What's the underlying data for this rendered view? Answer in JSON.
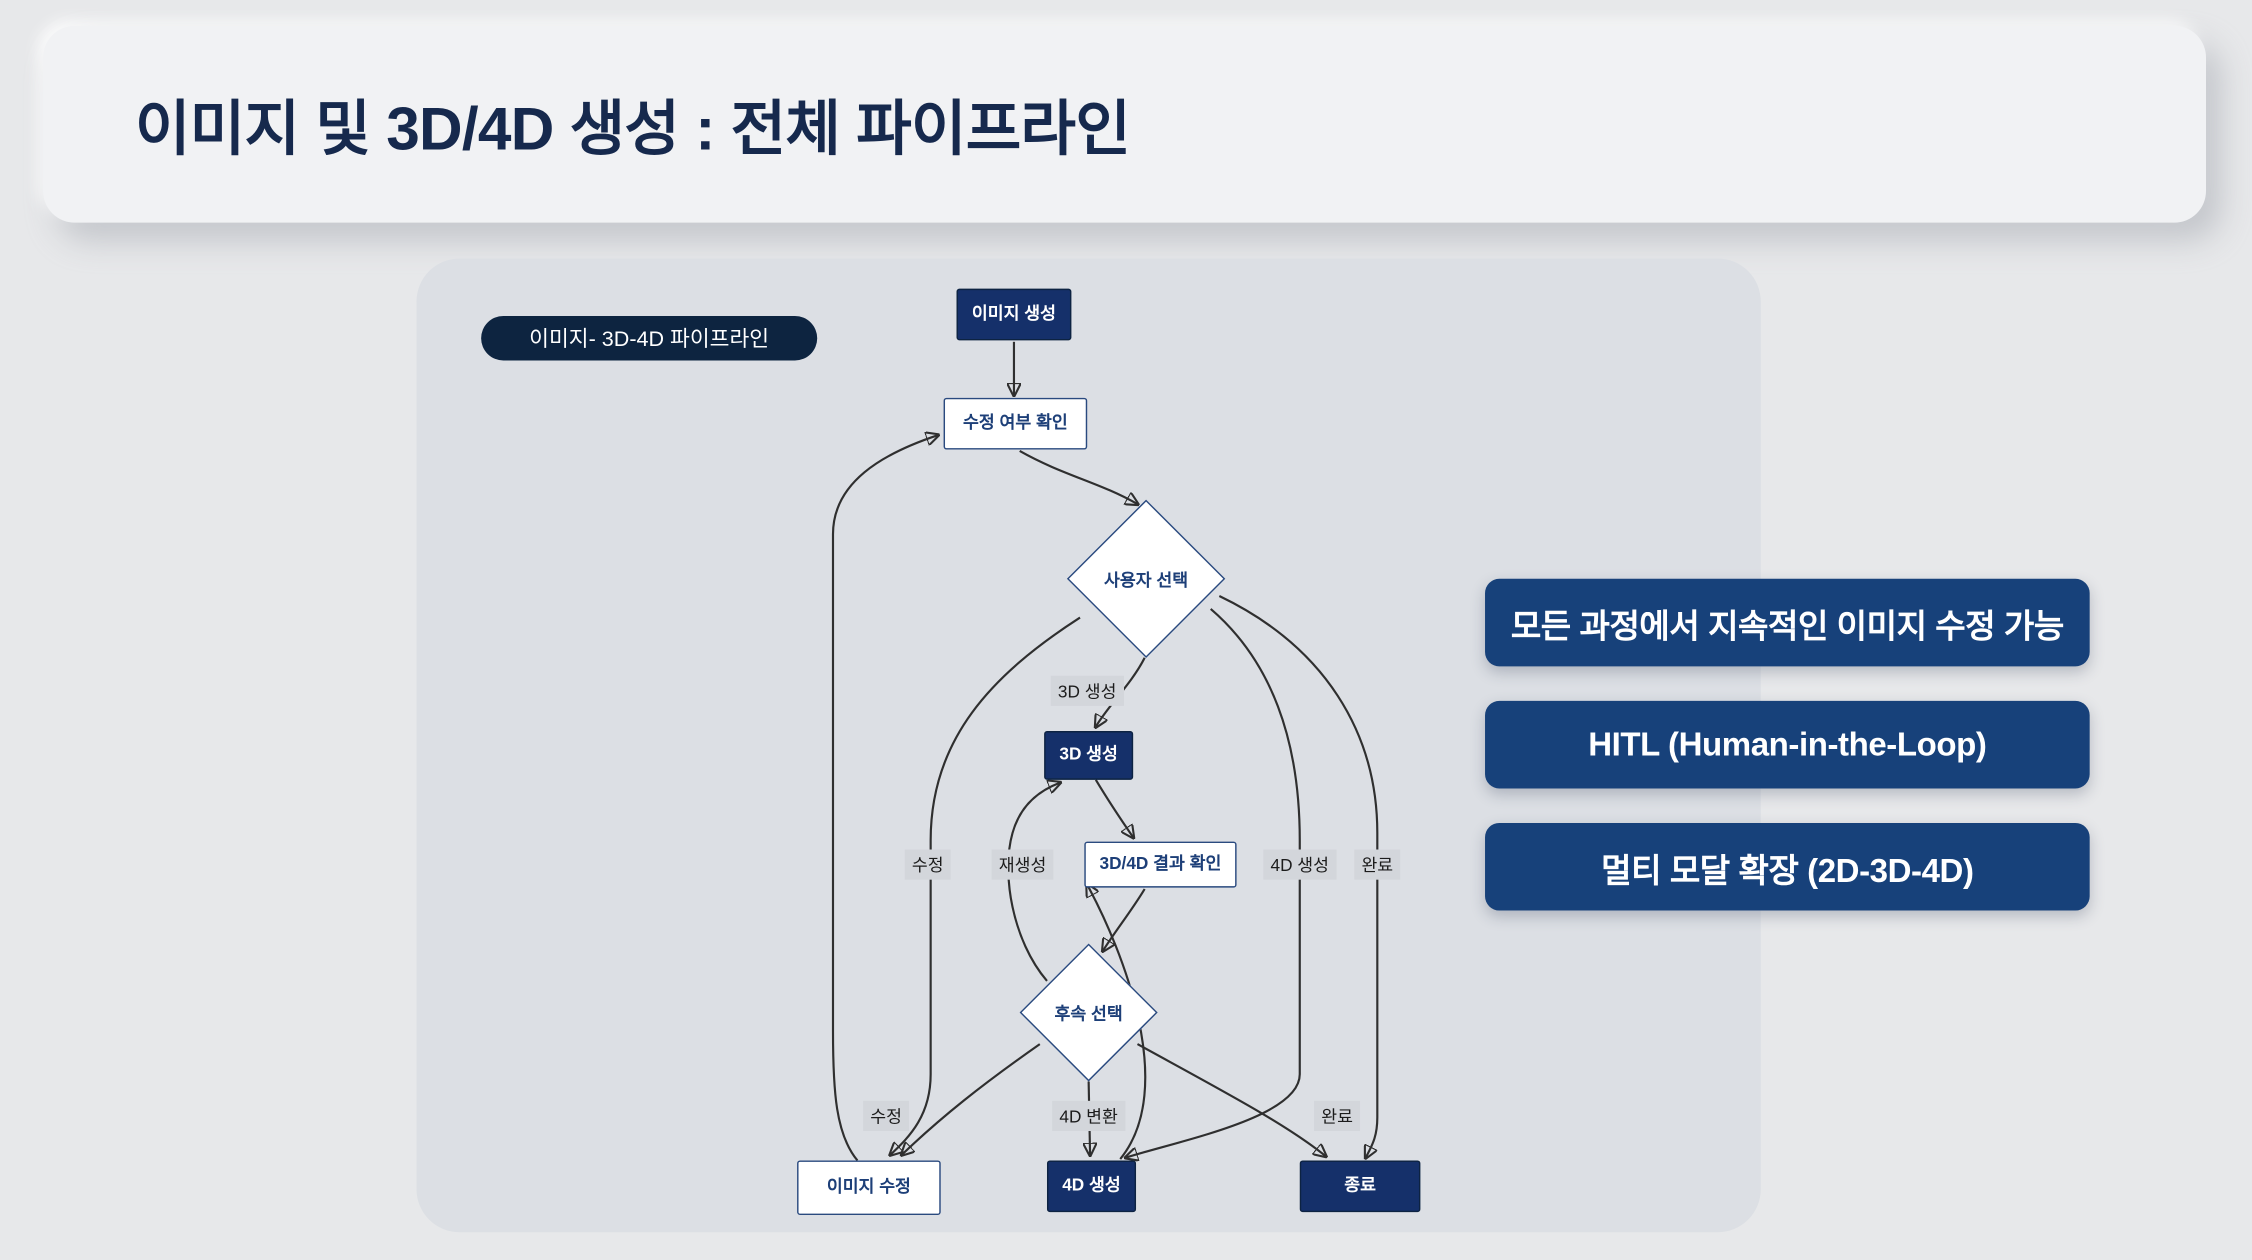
{
  "title": "이미지 및 3D/4D 생성 : 전체 파이프라인",
  "pipeline_badge": "이미지- 3D-4D 파이프라인",
  "nodes": {
    "image_gen": "이미지 생성",
    "edit_check": "수정 여부 확인",
    "user_choice": "사용자 선택",
    "gen_3d": "3D 생성",
    "result_check": "3D/4D 결과 확인",
    "next_choice": "후속 선택",
    "image_edit": "이미지 수정",
    "gen_4d": "4D 생성",
    "end": "종료"
  },
  "edge_labels": {
    "choice_3d": "3D 생성",
    "choice_edit": "수정",
    "regen": "재생성",
    "choice_4d": "4D 생성",
    "choice_done": "완료",
    "next_edit": "수정",
    "next_4d": "4D 변환",
    "next_done": "완료"
  },
  "callouts": [
    {
      "text": "모든 과정에서 지속적인 이미지 수정 가능"
    },
    {
      "text": "HITL (Human-in-the-Loop)"
    },
    {
      "text": "멀티 모달 확장 (2D-3D-4D)"
    }
  ],
  "colors": {
    "background": "#e7e8ea",
    "panel": "#dcdfe4",
    "node_navy": "#15306a",
    "badge_navy": "#0d2440",
    "callout_navy": "#17417a",
    "node_border": "#2a4a7f",
    "title_text": "#16294d"
  }
}
